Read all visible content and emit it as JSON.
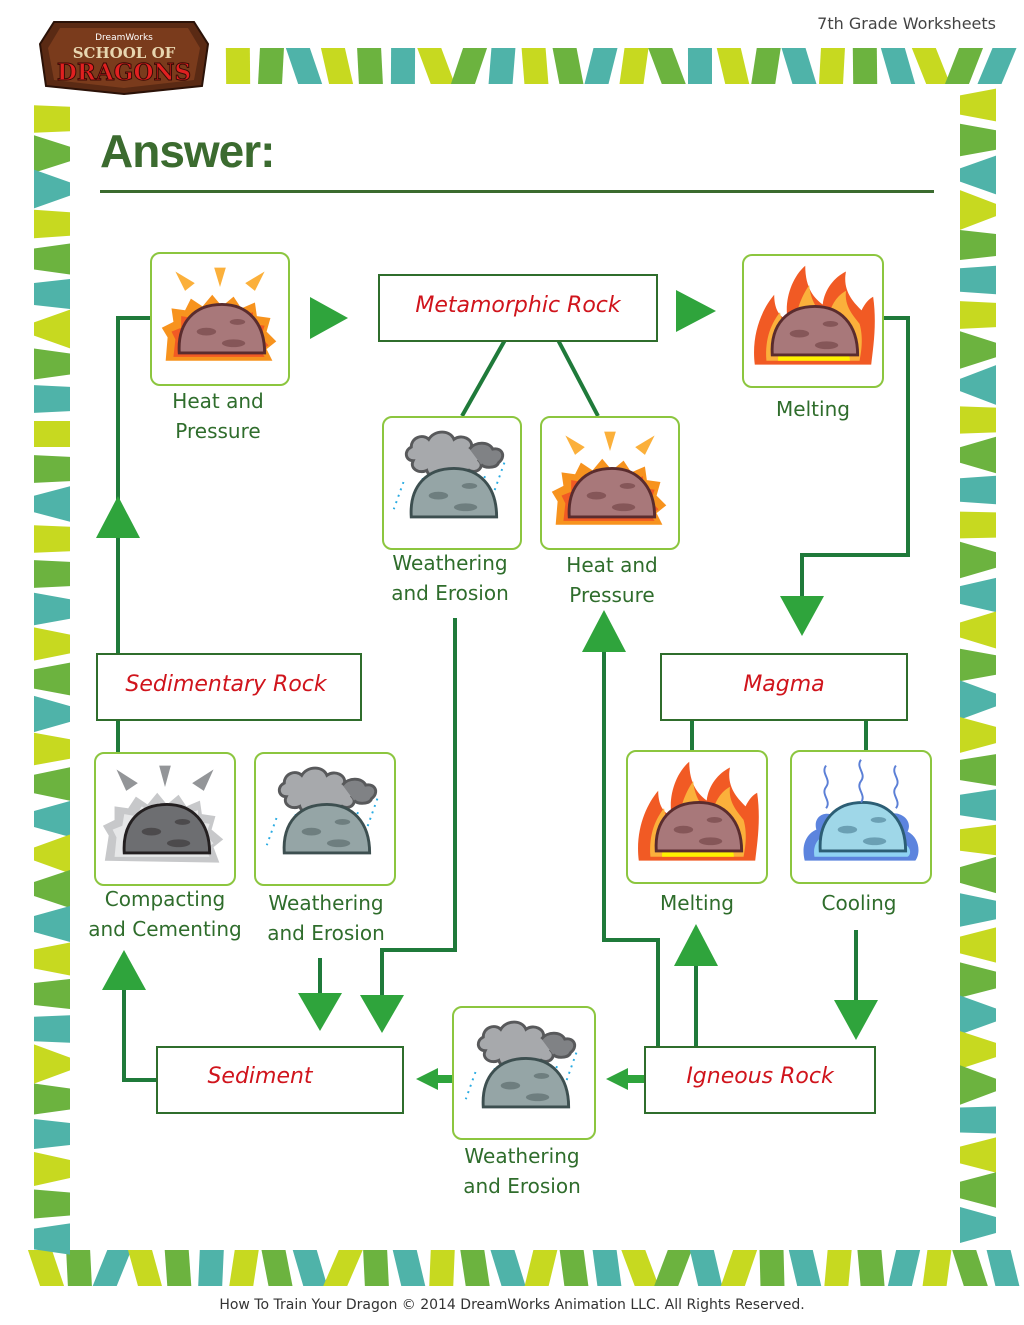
{
  "header": {
    "grade_label": "7th Grade Worksheets",
    "logo_small": "DreamWorks",
    "logo_line1": "SCHOOL OF",
    "logo_line2": "DRAGONS"
  },
  "title": "Answer:",
  "boxes": {
    "metamorphic": "Metamorphic Rock",
    "sedimentary": "Sedimentary Rock",
    "magma": "Magma",
    "sediment": "Sediment",
    "igneous": "Igneous Rock"
  },
  "captions": {
    "heat_top_line1": "Heat and",
    "heat_top_line2": "Pressure",
    "melting_top": "Melting",
    "weather_mid_line1": "Weathering",
    "weather_mid_line2": "and Erosion",
    "heat_mid_line1": "Heat and",
    "heat_mid_line2": "Pressure",
    "compact_line1": "Compacting",
    "compact_line2": "and Cementing",
    "weather_left_line1": "Weathering",
    "weather_left_line2": "and Erosion",
    "melting_right": "Melting",
    "cooling": "Cooling",
    "weather_bottom_line1": "Weathering",
    "weather_bottom_line2": "and Erosion"
  },
  "colors": {
    "line": "#1f7a3a",
    "arrow": "#2fa43c",
    "box_text": "#d0141c",
    "caption_text": "#2f6d2c",
    "border_lime": "#c7d920",
    "border_green": "#6cb33f",
    "border_teal": "#4fb3a9"
  },
  "footer": "How To Train Your Dragon © 2014 DreamWorks Animation LLC. All Rights Reserved."
}
